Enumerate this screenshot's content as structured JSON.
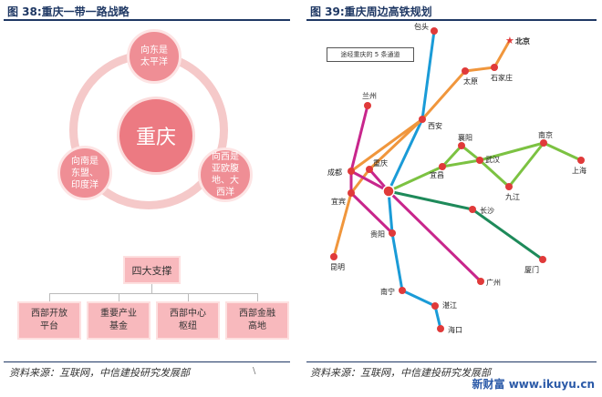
{
  "left_panel": {
    "title": "图 38:重庆一带一路战略",
    "center": "重庆",
    "directions": [
      {
        "lines": [
          "向东是",
          "太平洋"
        ]
      },
      {
        "lines": [
          "向南是",
          "东盟、",
          "印度洋"
        ]
      },
      {
        "lines": [
          "向西是",
          "亚欧腹",
          "地、大",
          "西洋"
        ]
      }
    ],
    "support_label": "四大支撑",
    "pillars": [
      {
        "lines": [
          "西部开放",
          "平台"
        ]
      },
      {
        "lines": [
          "重要产业",
          "基金"
        ]
      },
      {
        "lines": [
          "西部中心",
          "枢纽"
        ]
      },
      {
        "lines": [
          "西部金融",
          "高地"
        ]
      }
    ],
    "source": "资料来源：互联网，中信建投研究发展部"
  },
  "right_panel": {
    "title": "图 39:重庆周边高铁规划",
    "legend": "途经重庆的 5 条通道",
    "cities": [
      {
        "id": "baotou",
        "name": "包头"
      },
      {
        "id": "beijing",
        "name": "北京"
      },
      {
        "id": "shijiazhuang",
        "name": "石家庄"
      },
      {
        "id": "taiyuan",
        "name": "太原"
      },
      {
        "id": "lanzhou",
        "name": "兰州"
      },
      {
        "id": "xian",
        "name": "西安"
      },
      {
        "id": "chengdu",
        "name": "成都"
      },
      {
        "id": "chongqing",
        "name": "重庆"
      },
      {
        "id": "xiangyang",
        "name": "襄阳"
      },
      {
        "id": "yichang",
        "name": "宜昌"
      },
      {
        "id": "wuhan",
        "name": "武汉"
      },
      {
        "id": "nanjing",
        "name": "南京"
      },
      {
        "id": "shanghai",
        "name": "上海"
      },
      {
        "id": "jiujiang",
        "name": "九江"
      },
      {
        "id": "changsha",
        "name": "长沙"
      },
      {
        "id": "yibin",
        "name": "宜宾"
      },
      {
        "id": "guiyang",
        "name": "贵阳"
      },
      {
        "id": "kunming",
        "name": "昆明"
      },
      {
        "id": "xiamen",
        "name": "厦门"
      },
      {
        "id": "guangzhou",
        "name": "广州"
      },
      {
        "id": "nanning",
        "name": "南宁"
      },
      {
        "id": "zhanjiang",
        "name": "湛江"
      },
      {
        "id": "haikou",
        "name": "海口"
      }
    ],
    "corridor_colors": {
      "blue": "#1a9bd7",
      "orange": "#f0963c",
      "magenta": "#c8268c",
      "lightgreen": "#7cc242",
      "darkgreen": "#1e8a5a",
      "node": "#e03a3a"
    },
    "source": "资料来源：互联网，中信建投研究发展部"
  },
  "separator": "\\",
  "watermark": "新财富 www.ikuyu.cn"
}
